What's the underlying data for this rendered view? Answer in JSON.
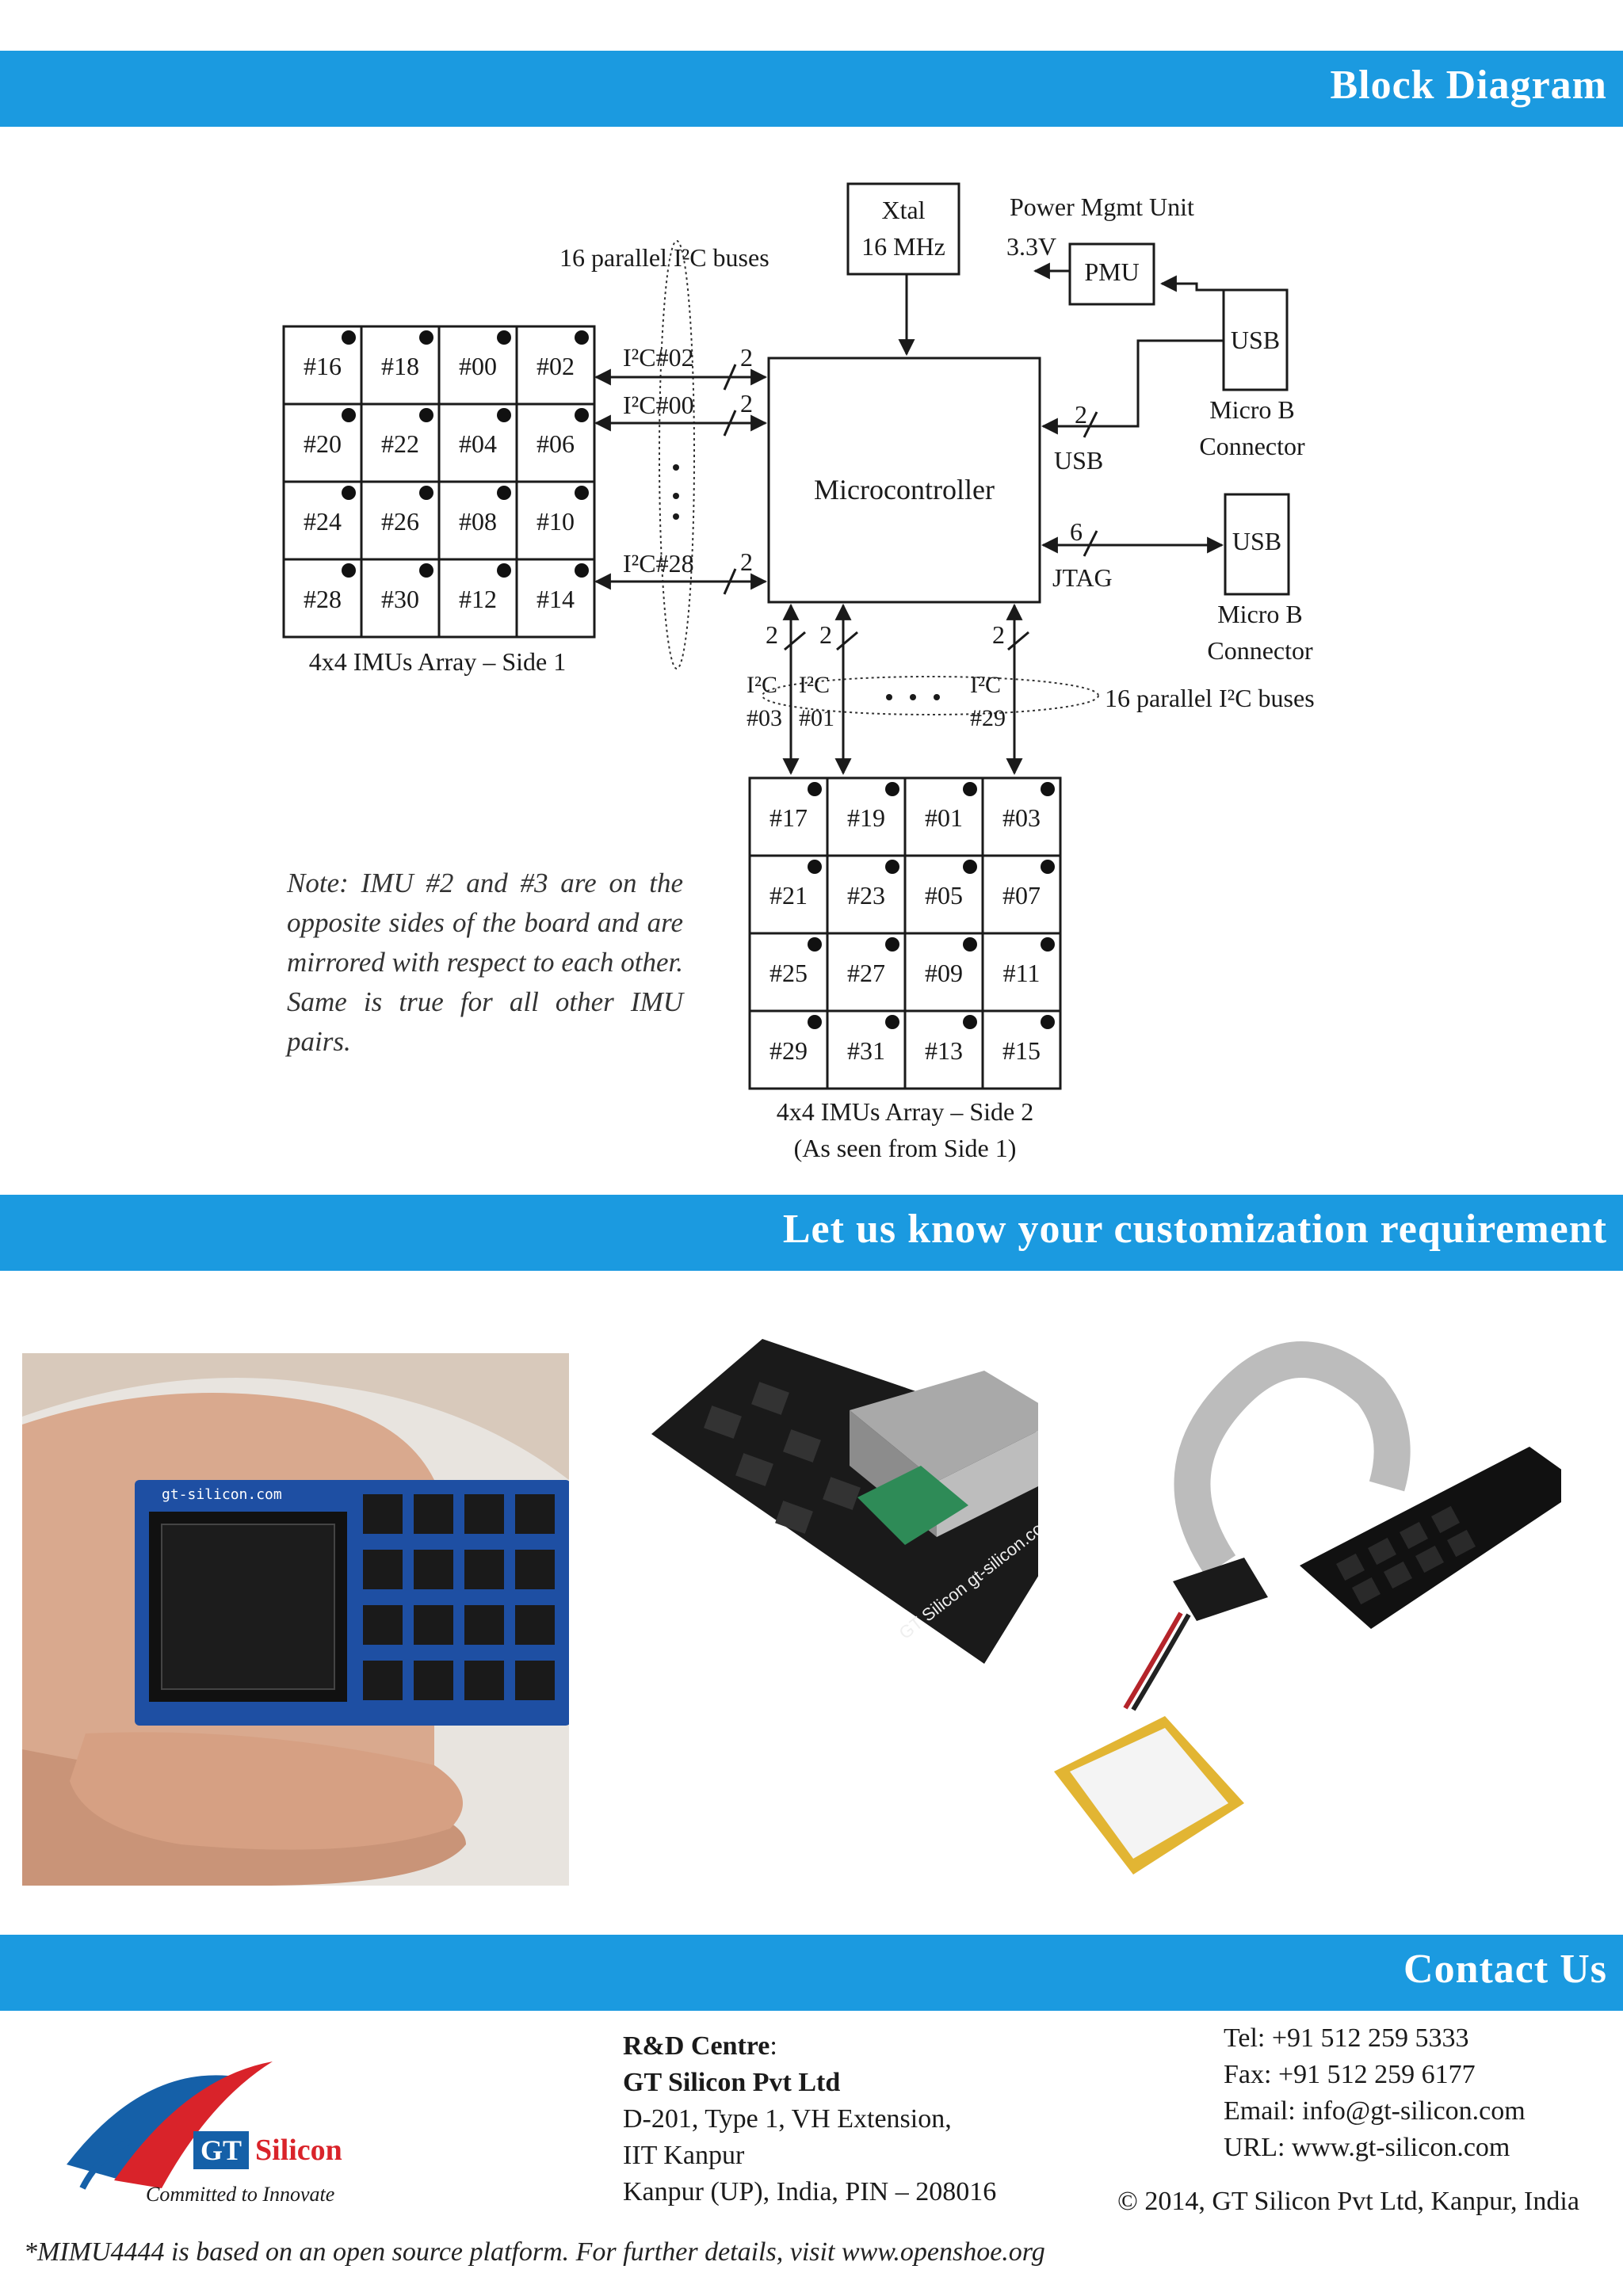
{
  "sections": {
    "block_diagram_title": "Block Diagram",
    "custom_title": "Let us know your customization requirement",
    "contact_title": "Contact Us"
  },
  "diagram": {
    "xtal_line1": "Xtal",
    "xtal_line2": "16 MHz",
    "power_mgmt": "Power Mgmt Unit",
    "voltage": "3.3V",
    "pmu": "PMU",
    "usb_box1": "USB",
    "usb_box2": "USB",
    "micro_b_1a": "Micro B",
    "micro_b_1b": "Connector",
    "micro_b_2a": "Micro B",
    "micro_b_2b": "Connector",
    "microcontroller": "Microcontroller",
    "usb_label": "USB",
    "jtag_label": "JTAG",
    "usb_lines": "2",
    "jtag_lines": "6",
    "i2c_bus_label_side1": "16 parallel I²C buses",
    "i2c_bus_label_side2": "16 parallel I²C buses",
    "i2c_left": [
      "I²C#02",
      "I²C#00",
      "I²C#28"
    ],
    "i2c_bottom": [
      [
        "I²C",
        "#03"
      ],
      [
        "I²C",
        "#01"
      ],
      [
        "I²C",
        "#29"
      ]
    ],
    "bus_width": "2",
    "array1_caption": "4x4 IMUs Array – Side 1",
    "array2_caption_1": "4x4 IMUs Array – Side 2",
    "array2_caption_2": "(As seen from Side 1)",
    "array1": [
      [
        "#16",
        "#18",
        "#00",
        "#02"
      ],
      [
        "#20",
        "#22",
        "#04",
        "#06"
      ],
      [
        "#24",
        "#26",
        "#08",
        "#10"
      ],
      [
        "#28",
        "#30",
        "#12",
        "#14"
      ]
    ],
    "array2": [
      [
        "#17",
        "#19",
        "#01",
        "#03"
      ],
      [
        "#21",
        "#23",
        "#05",
        "#07"
      ],
      [
        "#25",
        "#27",
        "#09",
        "#11"
      ],
      [
        "#29",
        "#31",
        "#13",
        "#15"
      ]
    ]
  },
  "note": "Note: IMU #2 and #3 are on the opposite sides of the board and are mirrored with respect to each other. Same is true for all other IMU pairs.",
  "photos": {
    "chip_silkscreen": "gt-silicon.com",
    "board_marking": "GT Silicon gt-silicon.com"
  },
  "logo": {
    "brand_gt": "GT",
    "brand_name": "Silicon",
    "tagline": "Committed to Innovate"
  },
  "contact": {
    "centre_label": "R&D Centre",
    "centre_colon": ":",
    "company": "GT Silicon Pvt Ltd",
    "address_1": "D-201, Type 1, VH Extension,",
    "address_2": "IIT Kanpur",
    "address_3": "Kanpur (UP), India, PIN – 208016",
    "tel": "Tel: +91 512 259 5333",
    "fax": "Fax: +91 512 259 6177",
    "email": "Email: info@gt-silicon.com",
    "url": "URL: www.gt-silicon.com",
    "copyright": "© 2014, GT Silicon Pvt Ltd, Kanpur, India"
  },
  "footnote": "*MIMU4444 is based on an open source platform. For further details, visit www.openshoe.org",
  "colors": {
    "band": "#1b9ae0",
    "logo_red": "#d9232a",
    "logo_blue": "#1560a8"
  }
}
